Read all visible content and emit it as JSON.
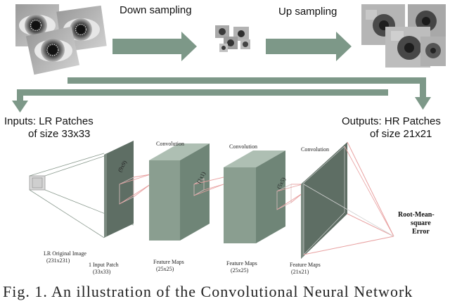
{
  "top": {
    "downsample_label": "Down sampling",
    "upsample_label": "Up sampling"
  },
  "io": {
    "inputs_line1": "Inputs: LR Patches",
    "inputs_line2": "of size 33x33",
    "outputs_line1": "Outputs: HR Patches",
    "outputs_line2": "of size 21x21"
  },
  "network": {
    "conv1": "Convolution",
    "conv2": "Convolution",
    "conv3": "Convolution",
    "kernel1": "(9x9)",
    "kernel2": "(1x1)",
    "kernel3": "(5x5)",
    "lr_image_line1": "LR Original Image",
    "lr_image_line2": "(231x231)",
    "input_patch_line1": "1 Input Patch",
    "input_patch_line2": "(33x33)",
    "fm1_line1": "Feature Maps",
    "fm1_line2": "(25x25)",
    "fm2_line1": "Feature Maps",
    "fm2_line2": "(25x25)",
    "fm3_line1": "Feature Maps",
    "fm3_line2": "(21x21)",
    "rmse_line1": "Root-Mean-",
    "rmse_line2": "square",
    "rmse_line3": "Error"
  },
  "caption": "Fig. 1. An illustration of the Convolutional Neural Network",
  "colors": {
    "arrow": "#7d9888",
    "block_front": "#8a9e90",
    "block_top": "#aebfb3",
    "block_side": "#6f8577",
    "panel_dark": "#5e6e64",
    "pink": "#e8a0a0"
  }
}
